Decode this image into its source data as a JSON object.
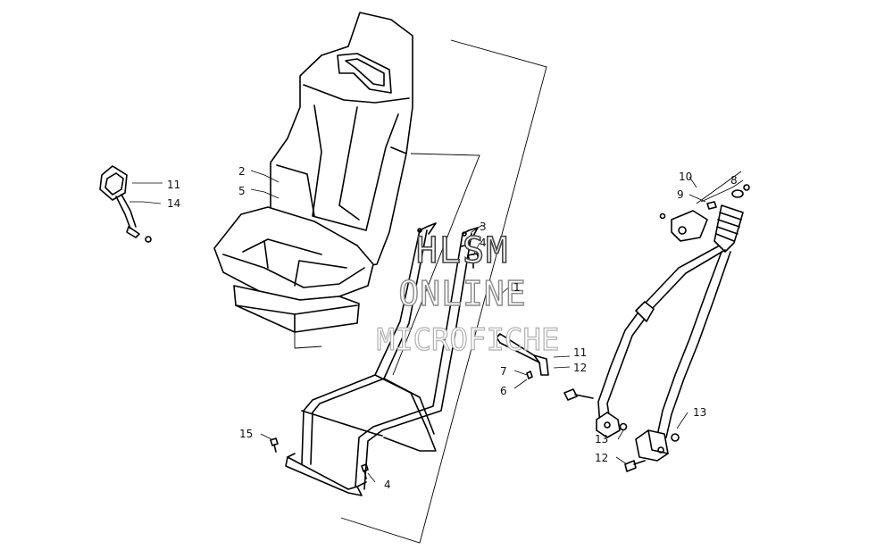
{
  "watermark": {
    "line1": "HLSM",
    "line2": "ONLINE",
    "line3": "MICROFICHE"
  },
  "callouts": [
    {
      "id": "c1",
      "text": "1"
    },
    {
      "id": "c2",
      "text": "2"
    },
    {
      "id": "c3",
      "text": "3"
    },
    {
      "id": "c4a",
      "text": "4"
    },
    {
      "id": "c4b",
      "text": "4"
    },
    {
      "id": "c5",
      "text": "5"
    },
    {
      "id": "c6",
      "text": "6"
    },
    {
      "id": "c7",
      "text": "7"
    },
    {
      "id": "c8",
      "text": "8"
    },
    {
      "id": "c9",
      "text": "9"
    },
    {
      "id": "c10",
      "text": "10"
    },
    {
      "id": "c11a",
      "text": "11"
    },
    {
      "id": "c11b",
      "text": "11"
    },
    {
      "id": "c12a",
      "text": "12"
    },
    {
      "id": "c12b",
      "text": "12"
    },
    {
      "id": "c13a",
      "text": "13"
    },
    {
      "id": "c13b",
      "text": "13"
    },
    {
      "id": "c14",
      "text": "14"
    },
    {
      "id": "c15",
      "text": "15"
    }
  ]
}
